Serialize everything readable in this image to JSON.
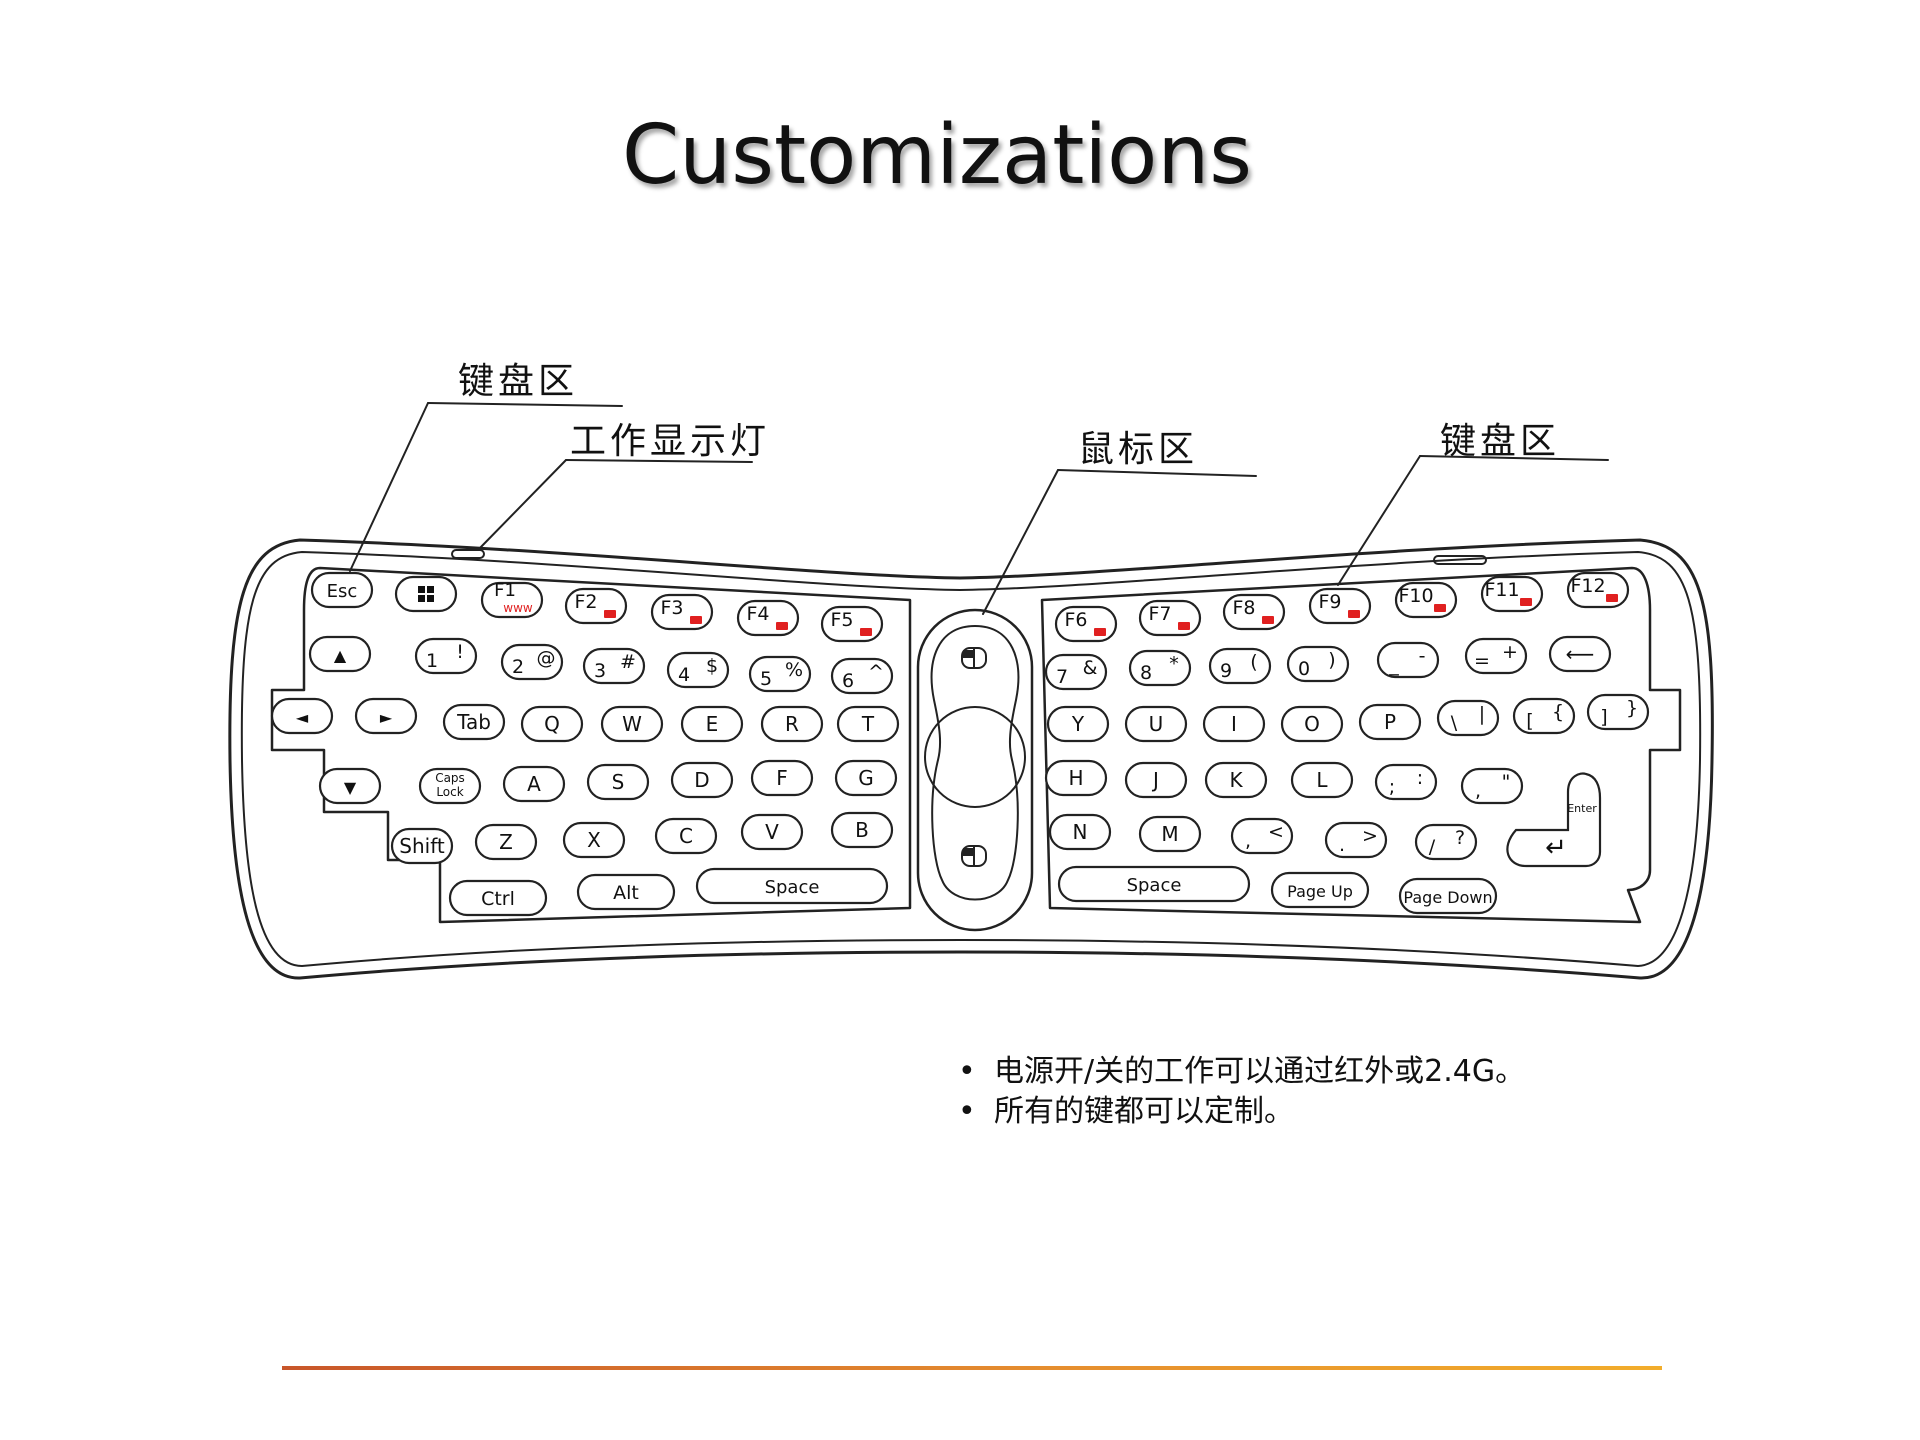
{
  "title": "Customizations",
  "callouts": {
    "keyboard_left": "键盘区",
    "indicator": "工作显示灯",
    "mouse": "鼠标区",
    "keyboard_right": "键盘区"
  },
  "keys": {
    "esc": "Esc",
    "f1": "F1",
    "f1_sub": "www",
    "f2": "F2",
    "f3": "F3",
    "f4": "F4",
    "f5": "F5",
    "f6": "F6",
    "f7": "F7",
    "f8": "F8",
    "f9": "F9",
    "f10": "F10",
    "f11": "F11",
    "f12": "F12",
    "n1": "1",
    "s1": "!",
    "n2": "2",
    "s2": "@",
    "n3": "3",
    "s3": "#",
    "n4": "4",
    "s4": "$",
    "n5": "5",
    "s5": "%",
    "n6": "6",
    "s6": "^",
    "n7": "7",
    "s7": "&",
    "n8": "8",
    "s8": "*",
    "n9": "9",
    "s9": "(",
    "n0": "0",
    "s0": ")",
    "minus": "-",
    "minus_s": "_",
    "equals": "=",
    "plus": "+",
    "tab": "Tab",
    "q": "Q",
    "w": "W",
    "e": "E",
    "r": "R",
    "t": "T",
    "y": "Y",
    "u": "U",
    "i": "I",
    "o": "O",
    "p": "P",
    "backslash": "\\",
    "pipe": "|",
    "lbracket": "[",
    "lbrace": "{",
    "rbracket": "]",
    "rbrace": "}",
    "caps1": "Caps",
    "caps2": "Lock",
    "a": "A",
    "s": "S",
    "d": "D",
    "f": "F",
    "g": "G",
    "h": "H",
    "j": "J",
    "k": "K",
    "l": "L",
    "semicolon": ";",
    "colon": ":",
    "comma_q": ",",
    "quote": "\"",
    "shift": "Shift",
    "z": "Z",
    "x": "X",
    "c": "C",
    "v": "V",
    "b": "B",
    "n": "N",
    "m": "M",
    "comma": ",",
    "lt": "<",
    "period": ".",
    "gt": ">",
    "slash": "/",
    "question": "?",
    "enter": "Enter",
    "ctrl": "Ctrl",
    "alt": "Alt",
    "space": "Space",
    "page_up": "Page Up",
    "page_down": "Page Down"
  },
  "bullets": [
    "电源开/关的工作可以通过红外或2.4G。",
    "所有的键都可以定制。"
  ],
  "colors": {
    "fn_icon": "#e02020",
    "outline": "#222222",
    "rule_start": "#c8562a",
    "rule_end": "#f2ad2b"
  }
}
